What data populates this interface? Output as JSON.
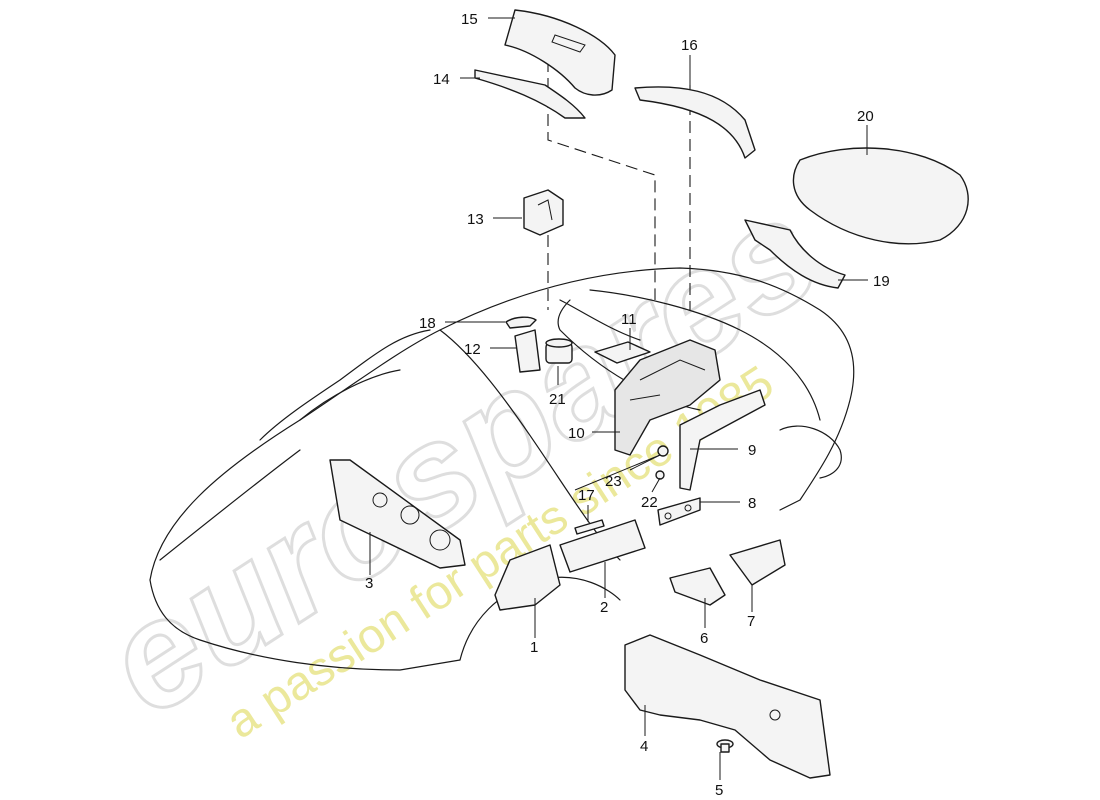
{
  "watermark": {
    "logo": "eurospares",
    "tagline": "a passion for parts since 1985",
    "tagline_color": "#e8e48a"
  },
  "callouts": {
    "c1": "1",
    "c2": "2",
    "c3": "3",
    "c4": "4",
    "c5": "5",
    "c6": "6",
    "c7": "7",
    "c8": "8",
    "c9": "9",
    "c10": "10",
    "c11": "11",
    "c12": "12",
    "c13": "13",
    "c14": "14",
    "c15": "15",
    "c16": "16",
    "c17": "17",
    "c18": "18",
    "c19": "19",
    "c20": "20",
    "c21": "21",
    "c22": "22",
    "c23": "23"
  }
}
